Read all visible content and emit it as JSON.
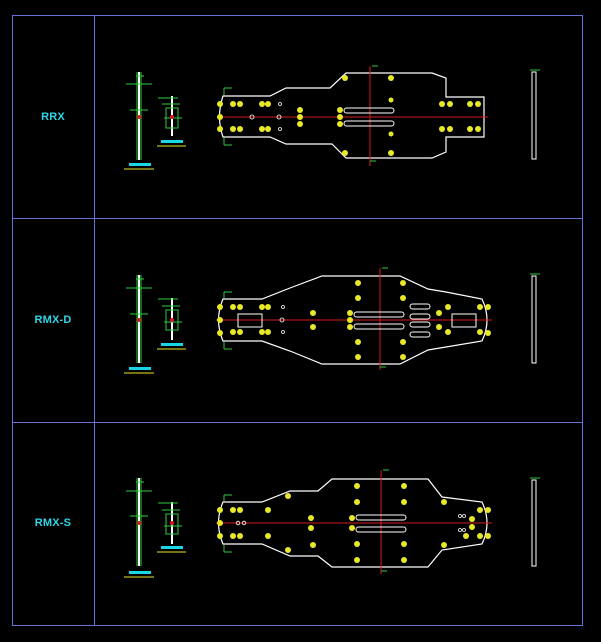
{
  "rows": [
    {
      "label": "RRX"
    },
    {
      "label": "RMX-D"
    },
    {
      "label": "RMX-S"
    }
  ],
  "colors": {
    "background": "#000000",
    "grid_lines": "#6670d8",
    "label_text": "#2fd6e6",
    "outline": "#ffffff",
    "centerline": "#d61a1a",
    "holes": "#e8e82a",
    "dimension_marks": "#2ecc40",
    "base_marker": "#19d6e6"
  }
}
